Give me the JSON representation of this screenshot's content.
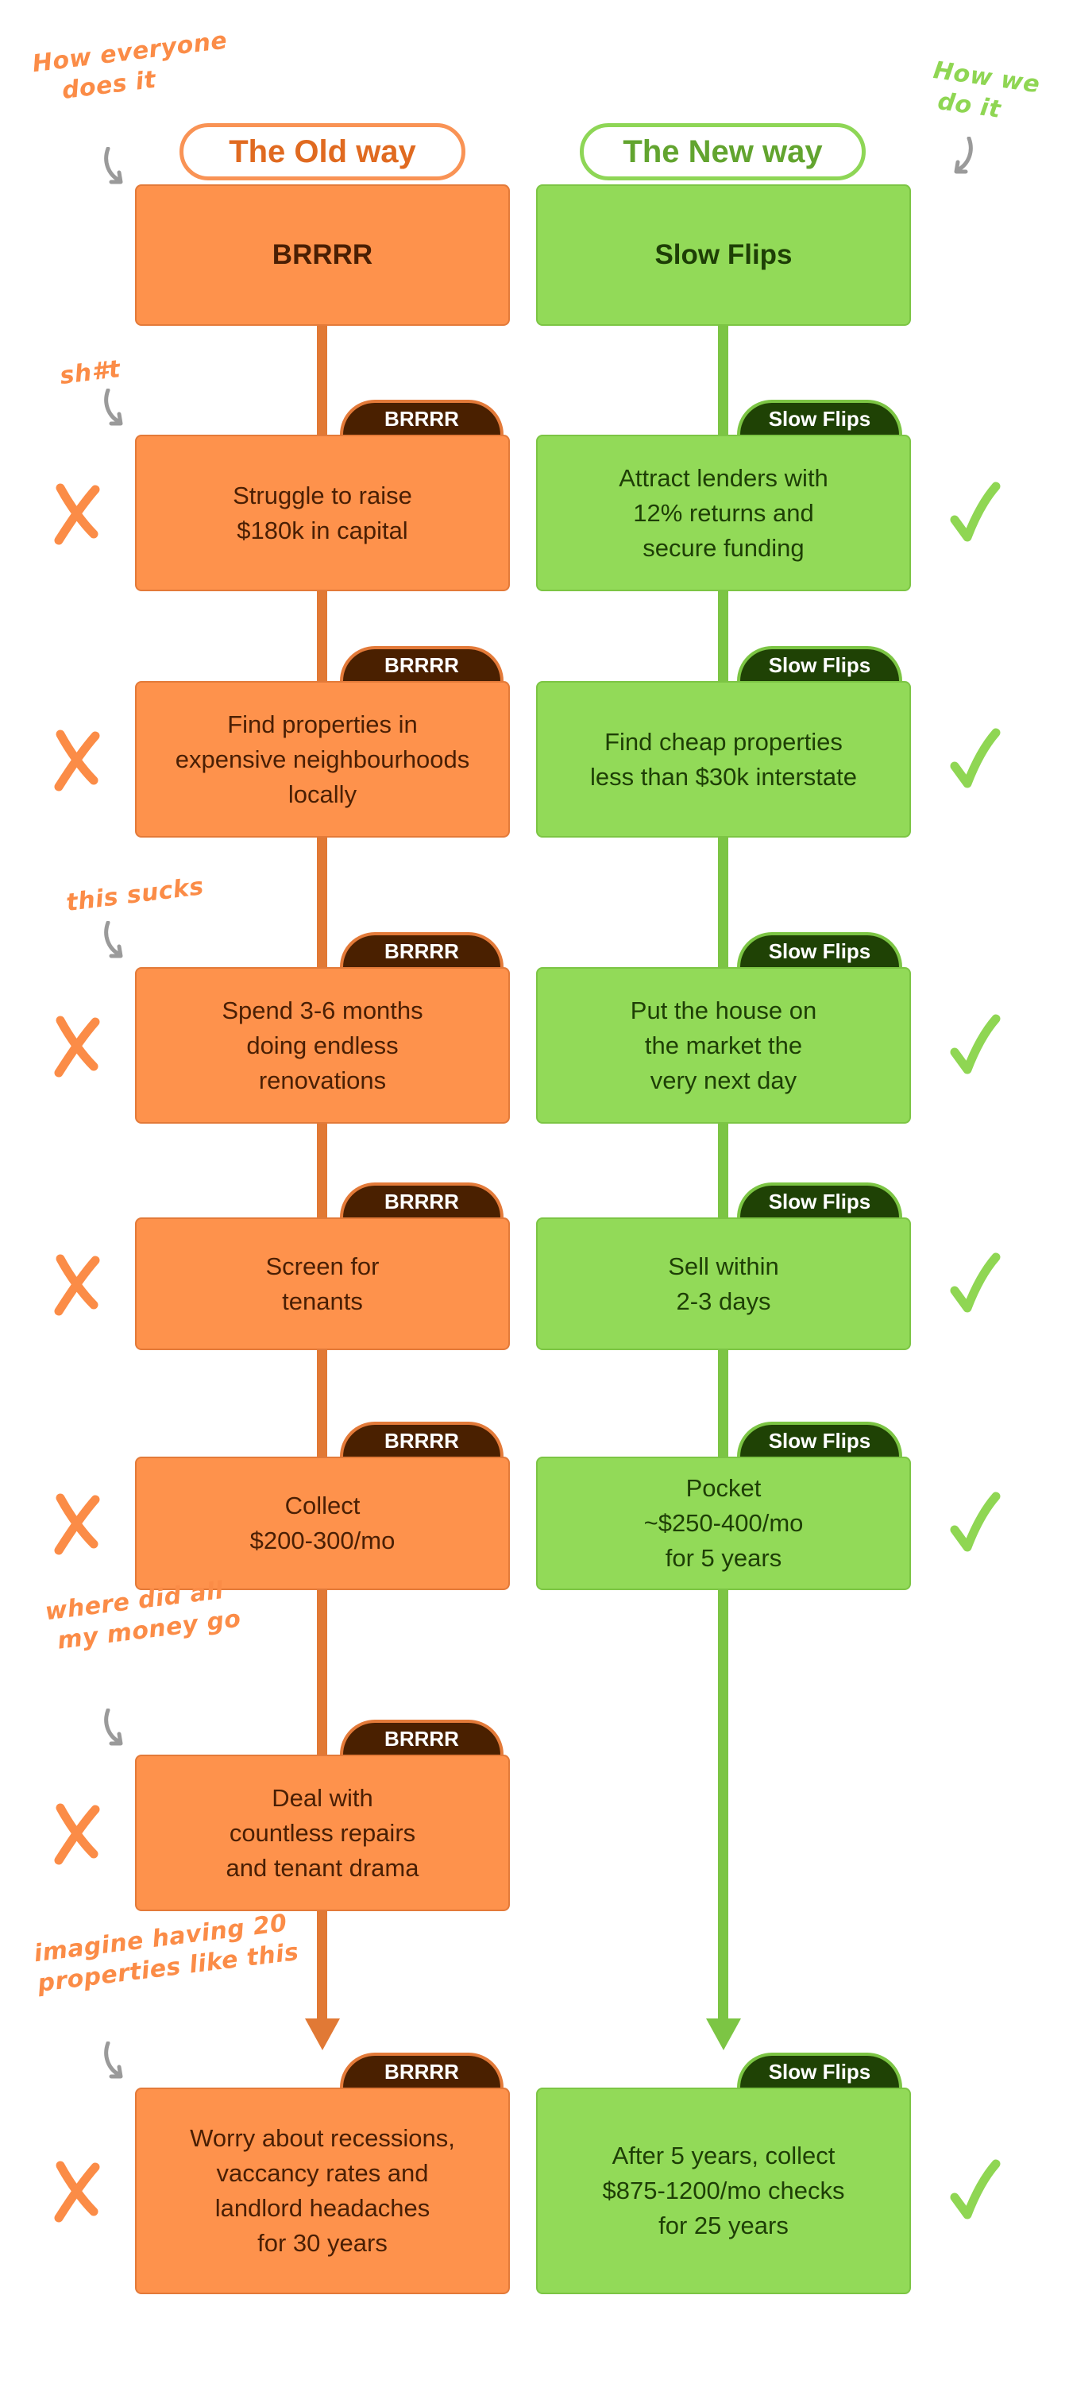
{
  "annotations": {
    "old_header": "How everyone\n   does it",
    "new_header": "How we\n do it",
    "row1": "sh#t",
    "row3": "this sucks",
    "row6": "where did all\n my money go",
    "row7": "imagine having 20\nproperties like this"
  },
  "columns": {
    "old": {
      "pill": "The Old way",
      "title": "BRRRR",
      "tab_label": "BRRRR",
      "steps": [
        "Struggle to raise\n$180k in capital",
        "Find properties in\nexpensive neighbourhoods\nlocally",
        "Spend 3-6 months\ndoing endless\nrenovations",
        "Screen for\ntenants",
        "Collect\n$200-300/mo",
        "Deal with\ncountless repairs\nand tenant drama",
        "Worry about recessions,\nvaccancy rates and\nlandlord headaches\nfor 30 years"
      ],
      "marker": "cross-icon"
    },
    "new": {
      "pill": "The New way",
      "title": "Slow Flips",
      "tab_label": "Slow Flips",
      "steps": [
        "Attract lenders  with\n12% returns and\nsecure funding",
        "Find cheap properties\nless than $30k interstate",
        "Put the house on\nthe market the\nvery next day",
        "Sell within\n2-3 days",
        "Pocket\n~$250-400/mo\nfor 5 years",
        "After 5 years, collect\n$875-1200/mo checks\nfor 25 years"
      ],
      "marker": "check-icon"
    }
  },
  "colors": {
    "old_accent": "#fe924c",
    "old_dark": "#4a2000",
    "new_accent": "#92da58",
    "new_dark": "#1f4205"
  }
}
